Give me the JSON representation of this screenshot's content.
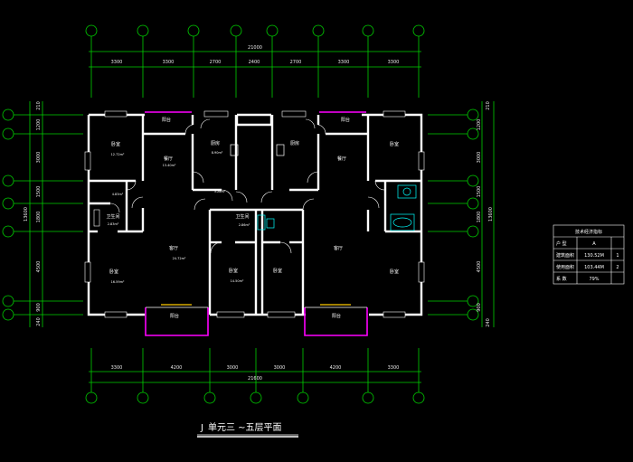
{
  "drawing": {
    "title_prefix": "J",
    "title": "单元三  ~五层平面",
    "top_total": "21000",
    "bottom_total": "21600",
    "top_dims": [
      "3300",
      "3300",
      "2700",
      "2400",
      "2700",
      "3300",
      "3300"
    ],
    "bottom_dims": [
      "3300",
      "4200",
      "3000",
      "3000",
      "4200",
      "3300"
    ],
    "side_dims_left": [
      "210",
      "1200",
      "3000",
      "1500",
      "1800",
      "4500",
      "900",
      "240"
    ],
    "side_dims_right": [
      "210",
      "1200",
      "3000",
      "1500",
      "1800",
      "4500",
      "900",
      "240"
    ],
    "side_total": "13600"
  },
  "rooms": {
    "bedroom": "卧室",
    "kitchen": "厨房",
    "dining": "餐厅",
    "living": "客厅",
    "bath": "卫生间",
    "balcony": "阳台",
    "area_1": "12.72m²",
    "area_2": "13.40m²",
    "area_3": "8.90m²",
    "area_4": "4.83m²",
    "area_5": "2.83m²",
    "area_6": "24.72m²",
    "area_7": "3.28m²",
    "area_8": "2.86m²",
    "area_9": "16.59m²",
    "area_10": "14.50m²"
  },
  "table": {
    "title": "技术经济指标",
    "rows": [
      {
        "label": "户 型",
        "value": "A",
        "note": ""
      },
      {
        "label": "建筑面积",
        "value": "130.52M",
        "note": "1"
      },
      {
        "label": "使用面积",
        "value": "103.44M",
        "note": "2"
      },
      {
        "label": "系 数",
        "value": "79%",
        "note": ""
      }
    ]
  },
  "colors": {
    "axis": "#00d000",
    "wall": "#ffffff",
    "balcony": "#ff00ff",
    "fixture": "#00ffff",
    "sill": "#ffcc00"
  }
}
